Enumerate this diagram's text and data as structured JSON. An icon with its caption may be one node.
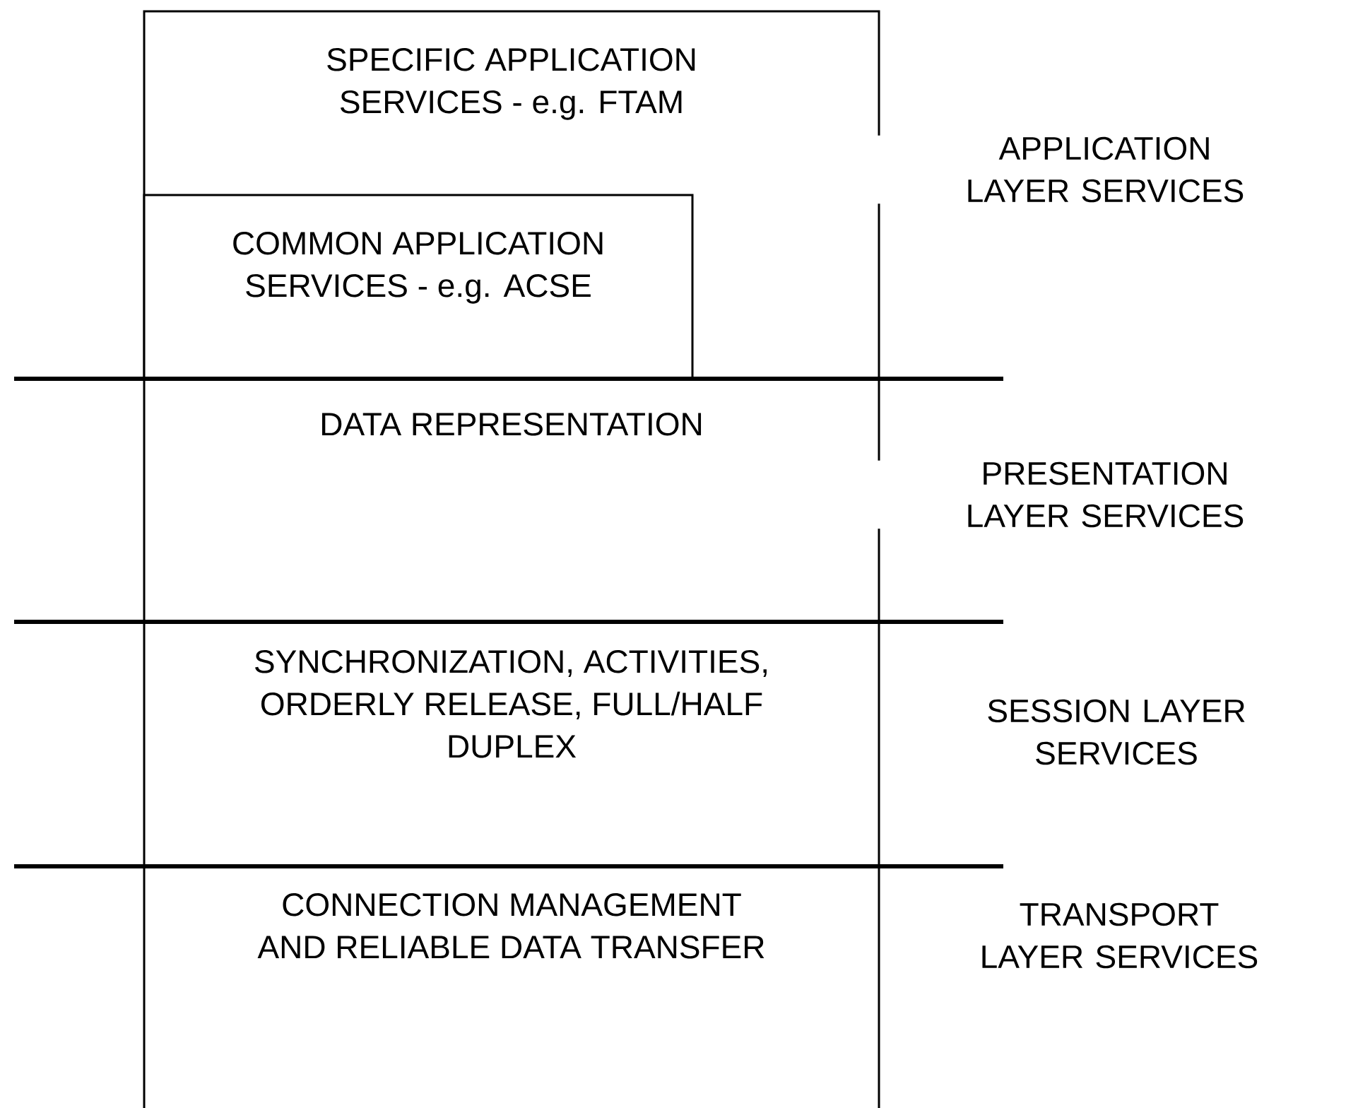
{
  "diagram": {
    "nodes": [
      {
        "text": [
          "SPECIFIC APPLICATION SERVICES - e.g. FTAM"
        ],
        "beside": [
          "APPLICATION LAYER SERVICES"
        ]
      },
      {
        "text": [
          "COMMON APPLICATION SERVICES - e.g. ACSE"
        ],
        "in": 0
      },
      {
        "text": [
          "DATA REPRESENTATION"
        ],
        "beside": [
          "PRESENTATION LAYER SERVICES"
        ]
      },
      {
        "text": [
          "SYNCHRONIZATION, ACTIVITIES, ORDERLY RELEASE, FULL/HALF DUPLEX"
        ],
        "beside": [
          "SESSION LAYER SERVICES"
        ]
      },
      {
        "text": [
          "CONNECTION MANAGEMENT AND RELIABLE DATA TRANSFER"
        ],
        "beside": [
          "TRANSPORT LAYER SERVICES"
        ]
      }
    ]
  }
}
